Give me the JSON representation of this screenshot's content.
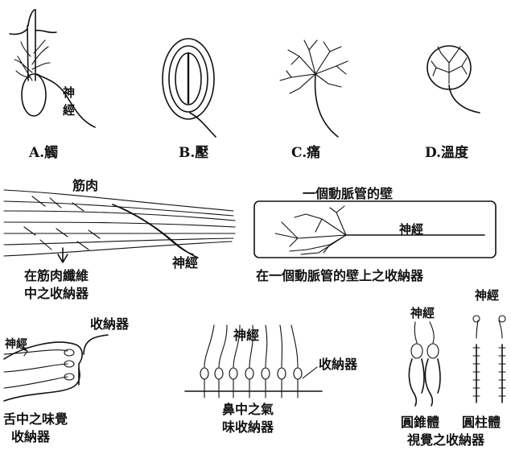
{
  "panelA": {
    "caption": "A.觸",
    "nerve": "神經"
  },
  "panelB": {
    "caption": "B.壓"
  },
  "panelC": {
    "caption": "C.痛"
  },
  "panelD": {
    "caption": "D.溫度"
  },
  "muscle": {
    "top": "筋肉",
    "nerve": "神經",
    "caption_line1": "在筋肉纖維",
    "caption_line2": "中之收納器"
  },
  "artery": {
    "top": "一個動脈管的壁",
    "nerve": "神經",
    "caption": "在一個動脈管的壁上之收納器"
  },
  "tongue": {
    "receptor": "收納器",
    "nerve": "神經",
    "caption_line1": "舌中之味覺",
    "caption_line2": "收納器"
  },
  "nose": {
    "nerve": "神經",
    "receptor": "收納器",
    "caption_line1": "鼻中之氣",
    "caption_line2": "味收納器"
  },
  "eye": {
    "nerve_left": "神經",
    "nerve_right": "神經",
    "cone": "圓錐體",
    "rod": "圓柱體",
    "caption": "視覺之收納器"
  }
}
